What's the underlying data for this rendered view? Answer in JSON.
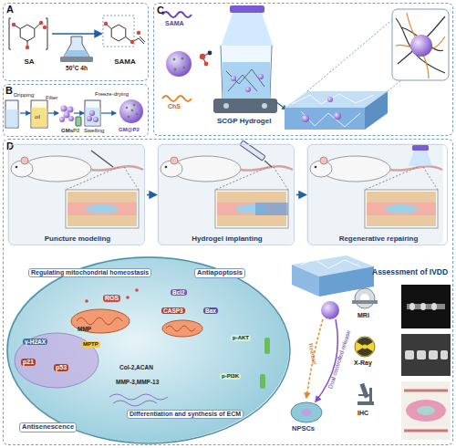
{
  "diagram": {
    "nodes": [
      {
        "text": [
          "A"
        ]
      },
      {
        "text": [
          "SA"
        ],
        "in": 0
      },
      {
        "text": [
          "SAMA"
        ],
        "in": 0
      },
      {
        "text": [
          "B"
        ]
      },
      {
        "text": [
          "C"
        ]
      },
      {
        "text": [
          "D"
        ]
      },
      {
        "text": [
          "Puncture modeling"
        ],
        "in": 5
      },
      {
        "text": [
          "Hydrogel implanting"
        ],
        "in": 5
      },
      {
        "text": [
          "Regenerative repairing"
        ],
        "in": 5
      },
      {
        "text": [
          "Regulating mitochondrial homeostasis",
          "Antiapoptosis",
          "ROS",
          "Bcl2",
          "CASP3",
          "Bax",
          "MMP",
          "MPTP",
          "γ-H2AX",
          "p-AKT",
          "p21",
          "p53",
          "Col-2,ACAN",
          "MMP-3,MMP-13",
          "p-PI3K",
          "Differentiation and synthesis of ECM",
          "Antisenescence"
        ],
        "in": 5
      }
    ],
    "edges": [
      {
        "from": 1,
        "to": 2,
        "arrow": "to",
        "label": "50°C 4h"
      },
      {
        "from": 6,
        "to": 7,
        "arrow": "to"
      },
      {
        "from": 7,
        "to": 8,
        "arrow": "to"
      }
    ],
    "labels": [
      "Dripping",
      "oil",
      "Filter",
      "GMs",
      "P2",
      "Swelling",
      "Freeze-drying",
      "GM@P2",
      "SAMA",
      "ChS",
      "SCGP Hydrogel",
      "Release",
      "Dual controlled-release",
      "NPSCs",
      "Assessment of IVDD",
      "MRI",
      "X-Ray",
      "IHC"
    ]
  }
}
